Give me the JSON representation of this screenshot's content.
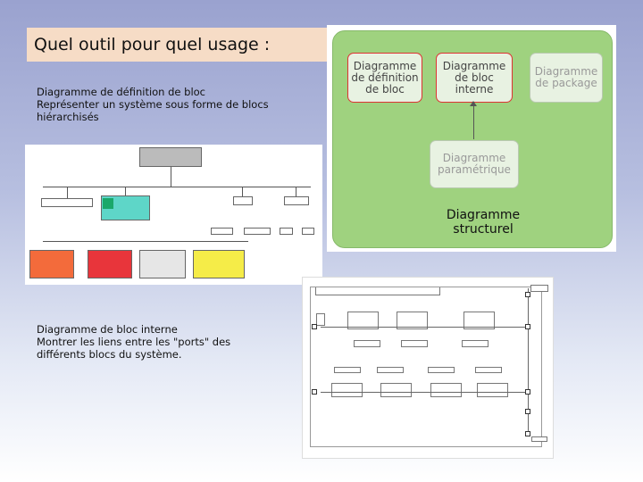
{
  "slide": {
    "title": "Quel outil pour quel usage :",
    "bdd_heading": "Diagramme de définition de bloc",
    "bdd_desc": [
      "Représenter un système sous forme de blocs",
      "hiérarchisés"
    ],
    "ibd_heading": "Diagramme de bloc interne",
    "ibd_desc": [
      "Montrer les liens entre les \"ports\" des",
      "différents blocs du système."
    ]
  },
  "structural_diagram": {
    "boxes": [
      {
        "label": [
          "Diagramme",
          "de définition",
          "de bloc"
        ]
      },
      {
        "label": [
          "Diagramme",
          "de bloc",
          "interne"
        ]
      },
      {
        "label": [
          "Diagramme",
          "de package"
        ]
      },
      {
        "label": [
          "Diagramme",
          "paramétrique"
        ]
      }
    ],
    "footer": [
      "Diagramme",
      "structurel"
    ],
    "colors": {
      "panel": "#9fd27f",
      "highlight": "#dd3333"
    }
  }
}
